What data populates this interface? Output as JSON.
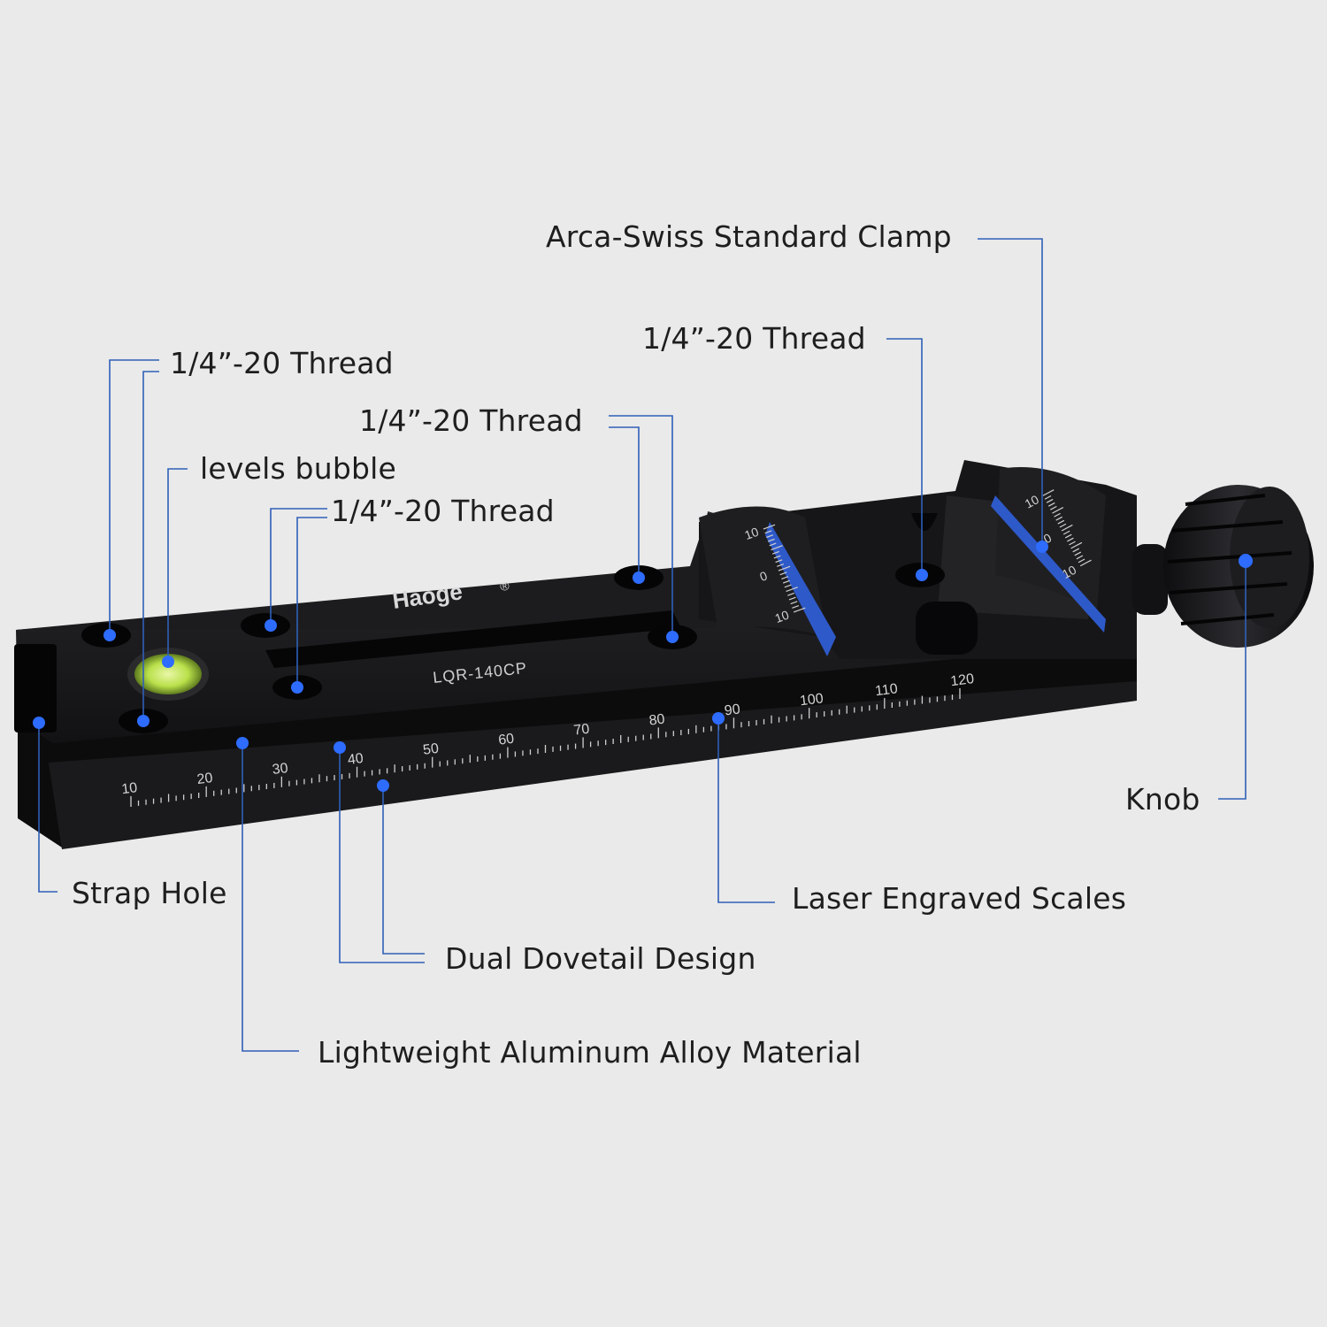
{
  "brand": "Haoge",
  "registered_mark": "®",
  "model": "LQR-140CP",
  "scale_labels": [
    "10",
    "20",
    "30",
    "40",
    "50",
    "60",
    "70",
    "80",
    "90",
    "100",
    "110",
    "120"
  ],
  "clamp_scale_labels": [
    "10",
    "0",
    "10"
  ],
  "callouts": {
    "arca_swiss_clamp": "Arca-Swiss Standard Clamp",
    "thread_top_right": "1/4”-20 Thread",
    "thread_top_left": "1/4”-20 Thread",
    "thread_middle": "1/4”-20 Thread",
    "levels_bubble": "levels bubble",
    "thread_lower_left": "1/4”-20 Thread",
    "knob": "Knob",
    "strap_hole": "Strap Hole",
    "laser_engraved_scales": "Laser Engraved Scales",
    "dual_dovetail_design": "Dual Dovetail Design",
    "lightweight_aluminum_alloy": "Lightweight Aluminum Alloy Material"
  },
  "colors": {
    "background": "#eaeaea",
    "leader_line": "#2f5fb8",
    "marker_dot": "#2d6cff",
    "plate_body": "#141416",
    "bubble": "#b9e04a"
  }
}
